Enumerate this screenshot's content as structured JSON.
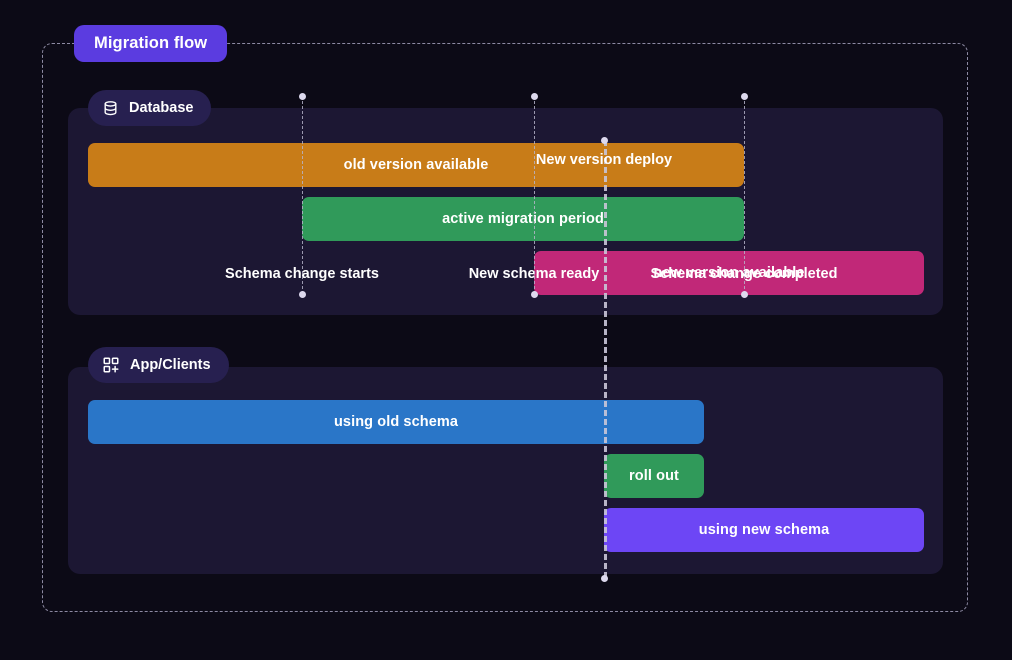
{
  "title": {
    "label": "Migration flow",
    "color": "#5b3ce0"
  },
  "frame": {
    "border_color": "#8d8aa3",
    "style": "dashed"
  },
  "lanes": [
    {
      "id": "database",
      "badge_label": "Database",
      "badge_icon": "database-icon",
      "badge_color": "#272050",
      "bars": [
        {
          "label": "old version available",
          "color": "#c87c18"
        },
        {
          "label": "active migration period",
          "color": "#309a5a"
        },
        {
          "label": "new version available",
          "color": "#c12878"
        }
      ]
    },
    {
      "id": "app-clients",
      "badge_label": "App/Clients",
      "badge_icon": "grid-plus-icon",
      "badge_color": "#272050",
      "bars": [
        {
          "label": "using old schema",
          "color": "#2a76c8"
        },
        {
          "label": "roll out",
          "color": "#309a5a"
        },
        {
          "label": "using new schema",
          "color": "#6d46f5"
        }
      ]
    }
  ],
  "markers": [
    {
      "id": "schema-change-starts",
      "label": "Schema change starts",
      "position": "above"
    },
    {
      "id": "new-schema-ready",
      "label": "New schema ready",
      "position": "above"
    },
    {
      "id": "schema-change-completed",
      "label": "Schema change completed",
      "position": "above"
    },
    {
      "id": "new-version-deploy",
      "label": "New version deploy",
      "position": "below"
    }
  ]
}
